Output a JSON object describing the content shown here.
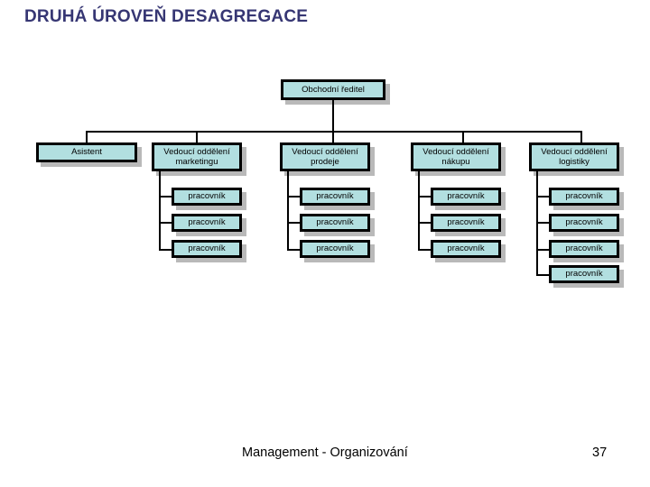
{
  "slide": {
    "title": "DRUHÁ ÚROVEŇ DESAGREGACE",
    "title_color": "#363673",
    "background": "#ffffff"
  },
  "chart_data": {
    "type": "diagram",
    "diagram_kind": "org-chart",
    "node_fill": "#b2dfe0",
    "node_border": "#000000",
    "node_shadow": "#b9b9b9",
    "root": {
      "label": "Obchodní ředitel"
    },
    "staff": [
      {
        "label": "Asistent"
      }
    ],
    "departments": [
      {
        "label_line1": "Vedoucí oddělení",
        "label_line2": "marketingu",
        "workers": [
          "pracovník",
          "pracovník",
          "pracovník"
        ]
      },
      {
        "label_line1": "Vedoucí oddělení",
        "label_line2": "prodeje",
        "workers": [
          "pracovník",
          "pracovník",
          "pracovník"
        ]
      },
      {
        "label_line1": "Vedoucí oddělení",
        "label_line2": "nákupu",
        "workers": [
          "pracovník",
          "pracovník",
          "pracovník"
        ]
      },
      {
        "label_line1": "Vedoucí oddělení",
        "label_line2": "logistiky",
        "workers": [
          "pracovník",
          "pracovník",
          "pracovník",
          "pracovník"
        ]
      }
    ]
  },
  "footer": {
    "title": "Management - Organizování",
    "page": "37"
  }
}
